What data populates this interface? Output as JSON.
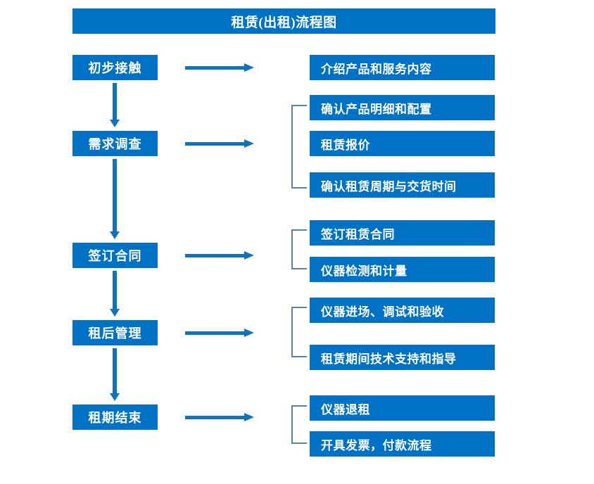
{
  "diagram": {
    "title": "租赁(出租)流程图",
    "colors": {
      "box_blue": "#0072C6",
      "arrow_blue": "#0F72BC",
      "bracket_gray_blue": "#5B83B0",
      "text_white": "#FFFFFF",
      "background": "#FFFFFF"
    },
    "stages": [
      {
        "label": "初步接触"
      },
      {
        "label": "需求调查"
      },
      {
        "label": "签订合同"
      },
      {
        "label": "租后管理"
      },
      {
        "label": "租期结束"
      }
    ],
    "details": [
      {
        "label": "介绍产品和服务内容"
      },
      {
        "label": "确认产品明细和配置"
      },
      {
        "label": "租赁报价"
      },
      {
        "label": "确认租赁周期与交货时间"
      },
      {
        "label": "签订租赁合同"
      },
      {
        "label": "仪器检测和计量"
      },
      {
        "label": "仪器进场、调试和验收"
      },
      {
        "label": "租赁期间技术支持和指导"
      },
      {
        "label": "仪器退租"
      },
      {
        "label": "开具发票，付款流程"
      }
    ],
    "connectors": {
      "horizontal_arrow_count": 5,
      "vertical_arrow_count": 4,
      "bracket_count": 4
    }
  }
}
